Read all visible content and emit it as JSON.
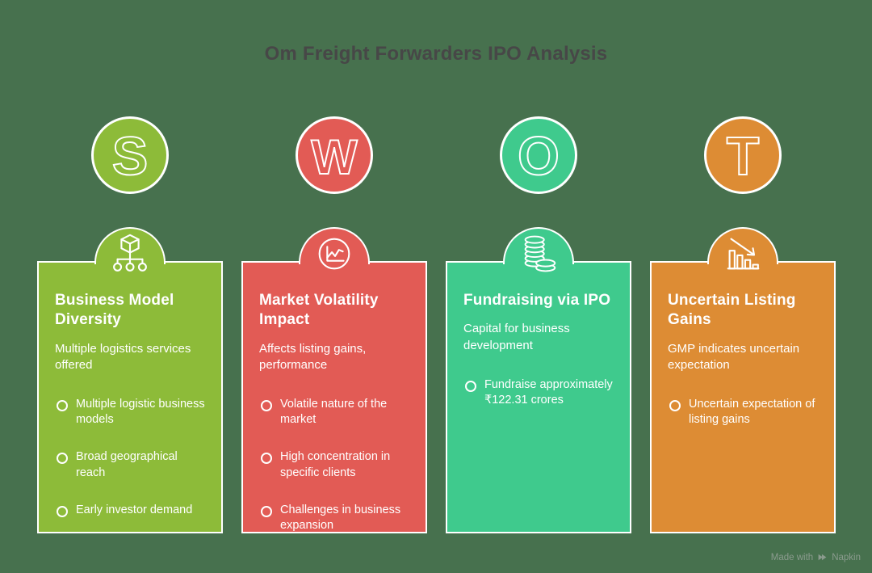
{
  "page": {
    "title": "Om Freight Forwarders IPO Analysis",
    "background_color": "#47714e",
    "title_color": "#474747"
  },
  "footer": {
    "made_with_label": "Made with",
    "brand_label": "Napkin",
    "text_color": "#8b9b8e",
    "logo_icon": "napkin-logo-icon"
  },
  "columns": [
    {
      "letter": "S",
      "name": "strengths",
      "color": "#8dbb39",
      "icon": "cube-network-icon",
      "title": "Business Model Diversity",
      "subtitle": "Multiple logistics services offered",
      "bullets": [
        "Multiple logistic business models",
        "Broad geographical reach",
        "Early investor demand"
      ]
    },
    {
      "letter": "W",
      "name": "weaknesses",
      "color": "#e25b55",
      "icon": "line-chart-icon",
      "title": "Market Volatility Impact",
      "subtitle": "Affects listing gains, performance",
      "bullets": [
        "Volatile nature of the market",
        "High concentration in specific clients",
        "Challenges in business expansion"
      ]
    },
    {
      "letter": "O",
      "name": "opportunities",
      "color": "#3fca8d",
      "icon": "coin-stack-icon",
      "title": "Fundraising via IPO",
      "subtitle": "Capital for business development",
      "bullets": [
        "Fundraise approximately ₹122.31 crores"
      ]
    },
    {
      "letter": "T",
      "name": "threats",
      "color": "#dd8c34",
      "icon": "declining-bar-chart-icon",
      "title": "Uncertain Listing Gains",
      "subtitle": "GMP indicates uncertain expectation",
      "bullets": [
        "Uncertain expectation of listing gains"
      ]
    }
  ]
}
